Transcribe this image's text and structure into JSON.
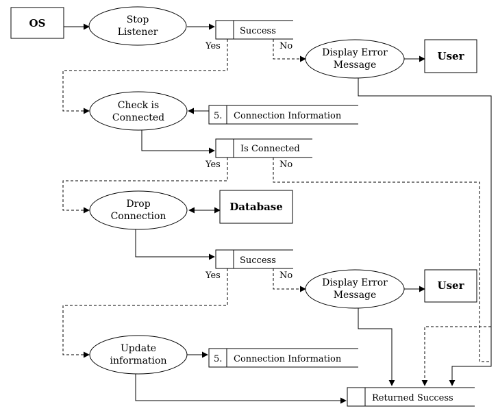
{
  "entities": {
    "os": "OS",
    "user_1": "User",
    "database": "Database",
    "user_2": "User"
  },
  "processes": {
    "stop_listener": [
      "Stop",
      "Listener"
    ],
    "display_error_1": [
      "Display Error",
      "Message"
    ],
    "check_connected": [
      "Check is",
      "Connected"
    ],
    "drop_connection": [
      "Drop",
      "Connection"
    ],
    "display_error_2": [
      "Display Error",
      "Message"
    ],
    "update_information": [
      "Update",
      "information"
    ]
  },
  "stores": {
    "success_1": {
      "id": "",
      "label": "Success"
    },
    "connection_info_1": {
      "id": "5.",
      "label": "Connection Information"
    },
    "is_connected": {
      "id": "",
      "label": "Is Connected"
    },
    "success_2": {
      "id": "",
      "label": "Success"
    },
    "connection_info_2": {
      "id": "5.",
      "label": "Connection Information"
    },
    "returned_success": {
      "id": "",
      "label": "Returned Success"
    }
  },
  "branches": {
    "yes": "Yes",
    "no": "No"
  }
}
